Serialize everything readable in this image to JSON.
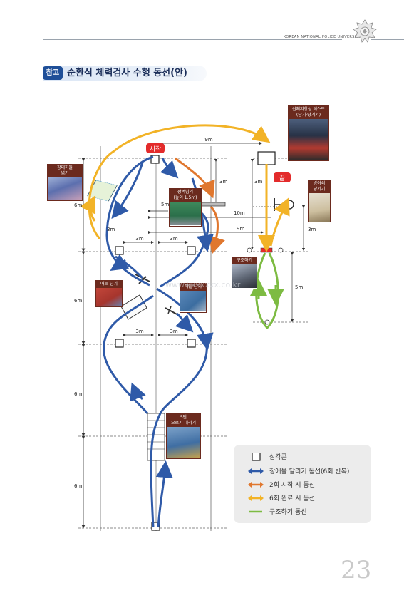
{
  "header": {
    "university": "KOREAN NATIONAL POLICE UNIVERSITY"
  },
  "section": {
    "badge": "참고",
    "title": "순환식 체력검사 수행 동선(안)"
  },
  "markers": {
    "start": "시작",
    "end": "끝"
  },
  "stations": {
    "hurdle_long": "장대허들\n넘기",
    "wall_jump": "장벽넘기\n(높이 1.5m)",
    "mat_jump": "매트 넘기",
    "hurdle": "허들 넘기",
    "stairs": "5단\n오르기 내리기",
    "rescue": "구조하기",
    "drag_test": "신체저항성 테스트\n(당기·당기기)",
    "trigger_pull": "방아쇠\n당기기"
  },
  "distances": {
    "top_9m": "9m",
    "left_3m": "3m",
    "mid_3m_a": "3m",
    "mid_3m_b": "3m",
    "mid2_3m_a": "3m",
    "mid2_3m_b": "3m",
    "right_3m_a": "3m",
    "right_3m_b": "3m",
    "right_3m_c": "3m",
    "five_m_wall": "5m",
    "ten_m": "10m",
    "nine_m2": "9m",
    "rescue_5m": "5m",
    "side_6m_1": "6m",
    "side_6m_2": "6m",
    "side_6m_3": "6m",
    "side_6m_4": "6m"
  },
  "legend": {
    "cone": "삼각콘",
    "obstacle_run": "장애물 달리기 동선(6회 반복)",
    "second_start": "2회 시작 시 동선",
    "six_complete": "6회 완료 시 동선",
    "rescue_route": "구조하기 동선"
  },
  "colors": {
    "blue": "#2f5aa8",
    "orange": "#e0772e",
    "yellow": "#f2b327",
    "green": "#7dbb42",
    "red": "#e32b2b",
    "maroon": "#6b2a1e"
  },
  "watermark": "www.kxxxxxx.co.kr",
  "page": {
    "number": "23"
  }
}
